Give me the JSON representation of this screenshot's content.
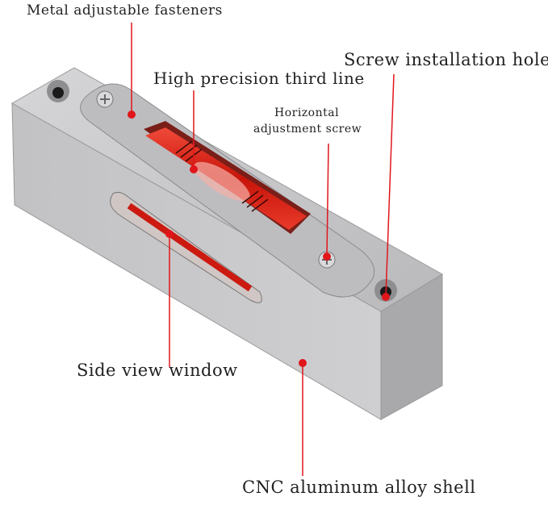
{
  "callouts": {
    "fasteners": "Metal adjustable fasteners",
    "third_line": "High precision third line",
    "screw_hole": "Screw installation hole",
    "adjust_screw_line1": "Horizontal",
    "adjust_screw_line2": "adjustment screw",
    "side_window": "Side view window",
    "shell": "CNC aluminum alloy shell"
  },
  "colors": {
    "callout": "#e0161b",
    "vial": "#d81f10",
    "metal": "#c7c7c9"
  }
}
